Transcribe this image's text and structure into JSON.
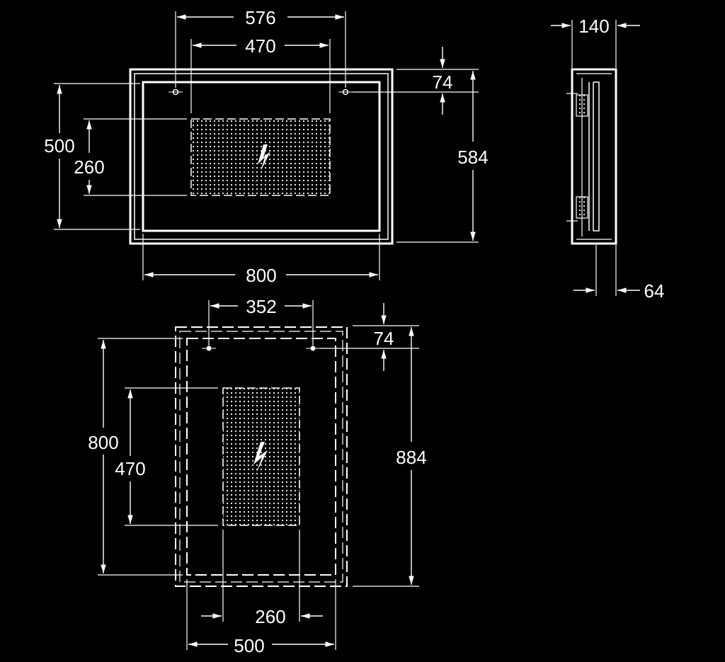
{
  "colors": {
    "background": "#000000",
    "line": "#ffffff"
  },
  "icons": [
    "lightning-icon"
  ],
  "landscape_view": {
    "dims": {
      "top_outer": "576",
      "top_inner": "470",
      "right_offset": "74",
      "left_outer": "500",
      "left_inner": "260",
      "right_height": "584",
      "bottom_width": "800"
    }
  },
  "side_view": {
    "dims": {
      "depth": "140",
      "inner_depth": "64"
    }
  },
  "portrait_view": {
    "dims": {
      "top": "352",
      "right_offset": "74",
      "left_outer": "800",
      "left_inner": "470",
      "right_height": "884",
      "bottom_inner": "260",
      "bottom_outer": "500"
    }
  }
}
